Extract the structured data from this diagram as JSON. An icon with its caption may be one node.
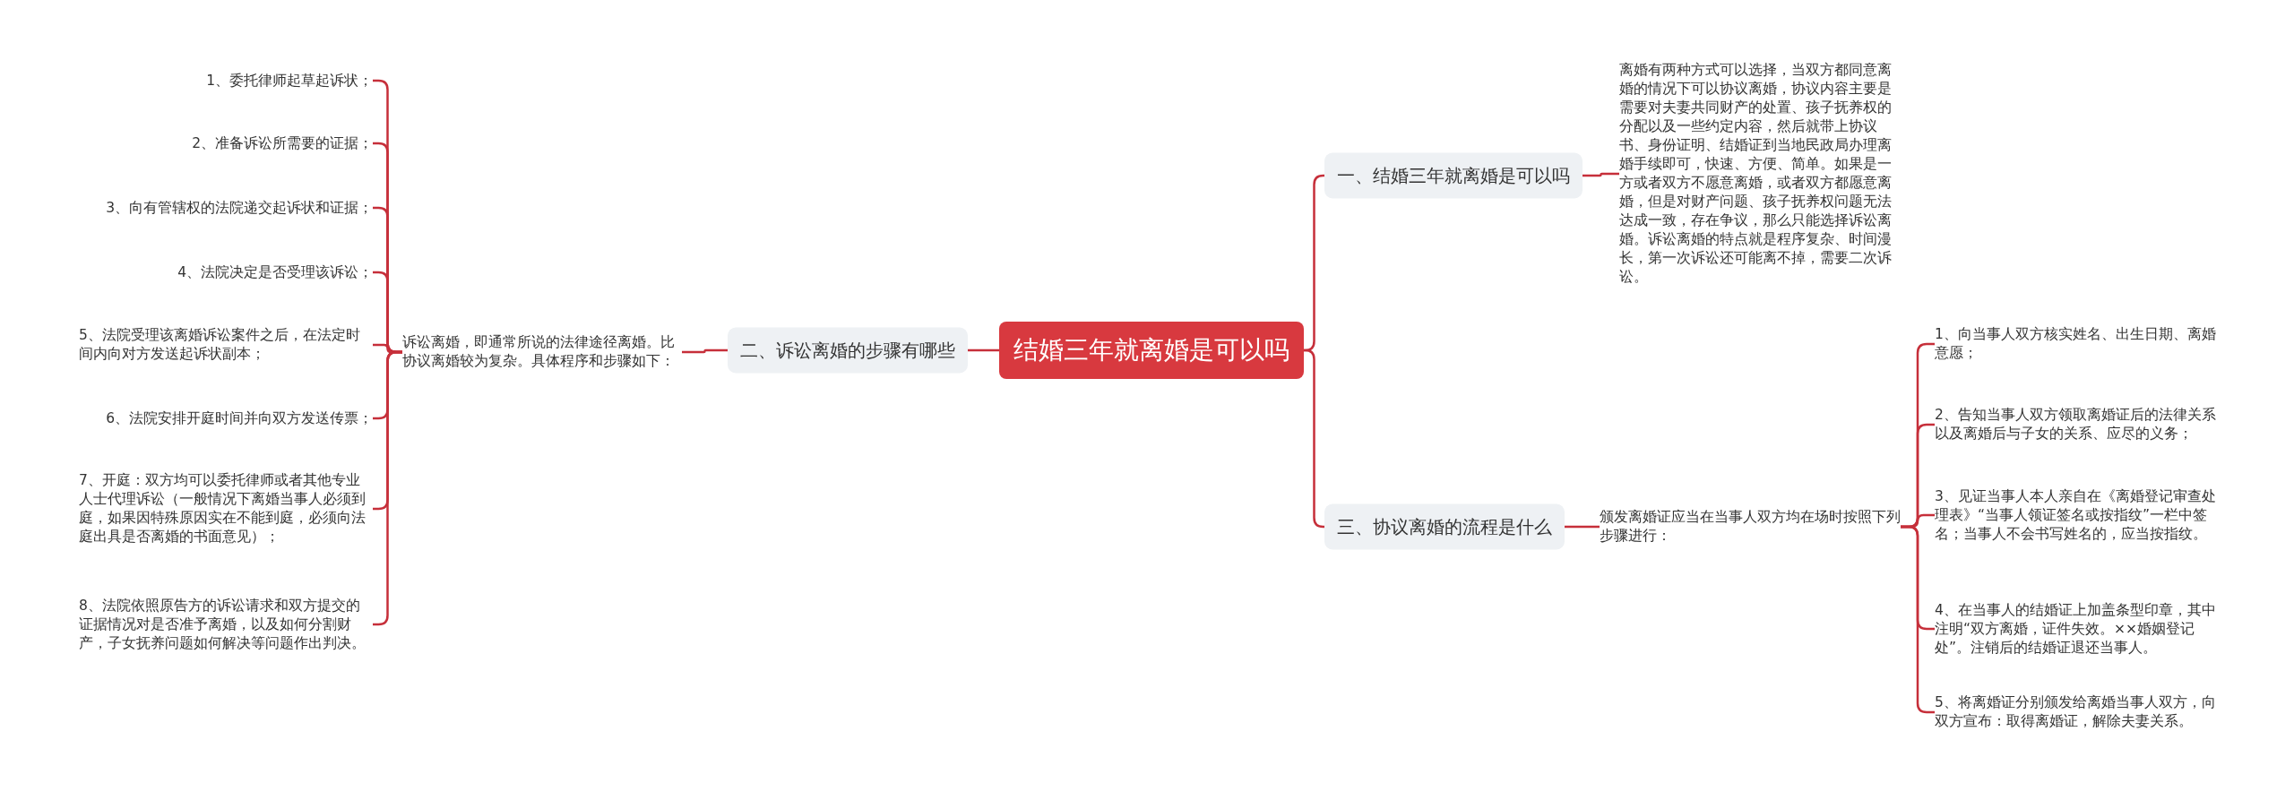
{
  "diagram": {
    "nodes": [
      {
        "text": [
          "结婚三年就离婚是可以吗"
        ]
      },
      {
        "text": [
          "一、结婚三年就离婚是可以吗"
        ]
      },
      {
        "text": [
          "离婚有两种方式可以选择，当双方都同意离婚的情况下可以协议离婚，协议内容主要是需要对夫妻共同财产的处置、孩子抚养权的分配以及一些约定内容，然后就带上协议书、身份证明、结婚证到当地民政局办理离婚手续即可，快速、方便、简单。如果是一方或者双方不愿意离婚，或者双方都愿意离婚，但是对财产问题、孩子抚养权问题无法达成一致，存在争议，那么只能选择诉讼离婚。诉讼离婚的特点就是程序复杂、时间漫长，第一次诉讼还可能离不掉，需要二次诉讼。"
        ]
      },
      {
        "text": [
          "二、诉讼离婚的步骤有哪些"
        ]
      },
      {
        "text": [
          "诉讼离婚，即通常所说的法律途径离婚。比协议离婚较为复杂。具体程序和步骤如下："
        ]
      },
      {
        "text": [
          "1、委托律师起草起诉状；"
        ]
      },
      {
        "text": [
          "2、准备诉讼所需要的证据；"
        ]
      },
      {
        "text": [
          "3、向有管辖权的法院递交起诉状和证据；"
        ]
      },
      {
        "text": [
          "4、法院决定是否受理该诉讼；"
        ]
      },
      {
        "text": [
          "5、法院受理该离婚诉讼案件之后，在法定时间内向对方发送起诉状副本；"
        ]
      },
      {
        "text": [
          "6、法院安排开庭时间并向双方发送传票；"
        ]
      },
      {
        "text": [
          "7、开庭：双方均可以委托律师或者其他专业人士代理诉讼（一般情况下离婚当事人必须到庭，如果因特殊原因实在不能到庭，必须向法庭出具是否离婚的书面意见）；"
        ]
      },
      {
        "text": [
          "8、法院依照原告方的诉讼请求和双方提交的证据情况对是否准予离婚，以及如何分割财产，子女抚养问题如何解决等问题作出判决。"
        ]
      },
      {
        "text": [
          "三、协议离婚的流程是什么"
        ]
      },
      {
        "text": [
          "颁发离婚证应当在当事人双方均在场时按照下列步骤进行："
        ]
      },
      {
        "text": [
          "1、向当事人双方核实姓名、出生日期、离婚意愿；"
        ]
      },
      {
        "text": [
          "2、告知当事人双方领取离婚证后的法律关系以及离婚后与子女的关系、应尽的义务；"
        ]
      },
      {
        "text": [
          "3、见证当事人本人亲自在《离婚登记审查处理表》“当事人领证签名或按指纹”一栏中签名；当事人不会书写姓名的，应当按指纹。"
        ]
      },
      {
        "text": [
          "4、在当事人的结婚证上加盖条型印章，其中注明“双方离婚，证件失效。××婚姻登记处”。注销后的结婚证退还当事人。"
        ]
      },
      {
        "text": [
          "5、将离婚证分别颁发给离婚当事人双方，向双方宣布：取得离婚证，解除夫妻关系。"
        ]
      }
    ],
    "edges": [
      {
        "from": 0,
        "to": 1,
        "arrow": "none"
      },
      {
        "from": 1,
        "to": 2,
        "arrow": "none"
      },
      {
        "from": 0,
        "to": 3,
        "arrow": "none"
      },
      {
        "from": 3,
        "to": 4,
        "arrow": "none"
      },
      {
        "from": 4,
        "to": 5,
        "arrow": "none"
      },
      {
        "from": 4,
        "to": 6,
        "arrow": "none"
      },
      {
        "from": 4,
        "to": 7,
        "arrow": "none"
      },
      {
        "from": 4,
        "to": 8,
        "arrow": "none"
      },
      {
        "from": 4,
        "to": 9,
        "arrow": "none"
      },
      {
        "from": 4,
        "to": 10,
        "arrow": "none"
      },
      {
        "from": 4,
        "to": 11,
        "arrow": "none"
      },
      {
        "from": 4,
        "to": 12,
        "arrow": "none"
      },
      {
        "from": 0,
        "to": 13,
        "arrow": "none"
      },
      {
        "from": 13,
        "to": 14,
        "arrow": "none"
      },
      {
        "from": 14,
        "to": 15,
        "arrow": "none"
      },
      {
        "from": 14,
        "to": 16,
        "arrow": "none"
      },
      {
        "from": 14,
        "to": 17,
        "arrow": "none"
      },
      {
        "from": 14,
        "to": 18,
        "arrow": "none"
      },
      {
        "from": 14,
        "to": 19,
        "arrow": "none"
      }
    ]
  }
}
